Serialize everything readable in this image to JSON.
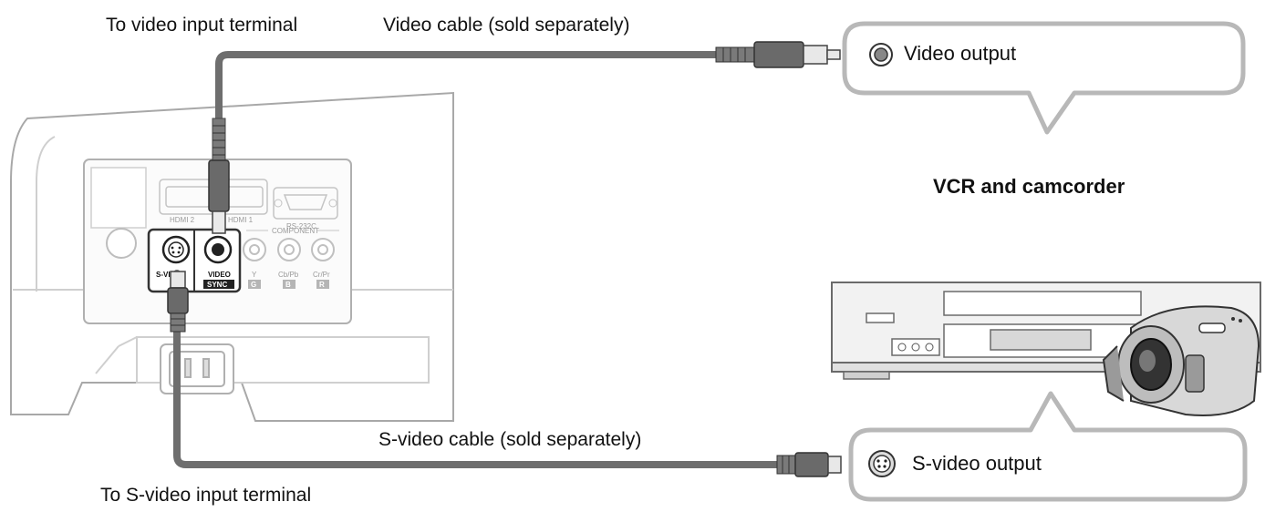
{
  "labels": {
    "to_video_input": "To video input terminal",
    "video_cable": "Video cable (sold separately)",
    "svideo_cable": "S-video cable (sold separately)",
    "to_svideo_input": "To S-video input terminal",
    "vcr_camcorder": "VCR and camcorder"
  },
  "bubbles": {
    "video_output": "Video output",
    "svideo_output": "S-video output"
  },
  "panel": {
    "hdmi2": "HDMI 2",
    "hdmi1": "HDMI 1",
    "rs232c": "RS-232C",
    "component": "COMPONENT",
    "svideo": "S-VIDEO",
    "video": "VIDEO",
    "sync": "SYNC",
    "y": "Y",
    "cb_pb": "Cb/Pb",
    "cr_pr": "Cr/Pr",
    "g": "G",
    "b": "B",
    "r": "R"
  },
  "colors": {
    "cable": "#6e6e6e",
    "bubble_border": "#b8b8b8",
    "device_outline": "#9a9a9a"
  }
}
